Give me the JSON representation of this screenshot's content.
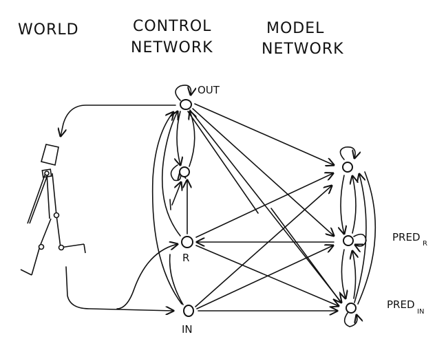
{
  "headings": {
    "world": "WORLD",
    "control_line1": "CONTROL",
    "control_line2": "NETWORK",
    "model_line1": "MODEL",
    "model_line2": "NETWORK"
  },
  "control_nodes": [
    {
      "id": "out",
      "label": "OUT",
      "self_loop": true
    },
    {
      "id": "hidden",
      "label": "",
      "self_loop": true
    },
    {
      "id": "r",
      "label": "R",
      "self_loop": false
    },
    {
      "id": "in",
      "label": "IN",
      "self_loop": false
    }
  ],
  "model_nodes": [
    {
      "id": "m_top",
      "label": "",
      "sub": "",
      "self_loop": true
    },
    {
      "id": "pred_r",
      "label": "PRED",
      "sub": "R",
      "self_loop": true
    },
    {
      "id": "pred_in",
      "label": "PRED",
      "sub": "IN",
      "self_loop": true
    }
  ],
  "edges": [
    {
      "from": "hidden",
      "to": "out"
    },
    {
      "from": "out",
      "to": "hidden"
    },
    {
      "from": "r",
      "to": "out"
    },
    {
      "from": "r",
      "to": "hidden"
    },
    {
      "from": "in",
      "to": "out"
    },
    {
      "from": "in",
      "to": "hidden"
    },
    {
      "from": "out",
      "to": "m_top"
    },
    {
      "from": "out",
      "to": "pred_r"
    },
    {
      "from": "out",
      "to": "pred_in"
    },
    {
      "from": "r",
      "to": "m_top"
    },
    {
      "from": "r",
      "to": "pred_r"
    },
    {
      "from": "r",
      "to": "pred_in"
    },
    {
      "from": "in",
      "to": "m_top"
    },
    {
      "from": "in",
      "to": "pred_r"
    },
    {
      "from": "in",
      "to": "pred_in"
    },
    {
      "from": "pred_r",
      "to": "r",
      "dashed": true
    },
    {
      "from": "pred_in",
      "to": "m_top",
      "dashed": true
    },
    {
      "from": "m_top",
      "to": "pred_r"
    },
    {
      "from": "pred_r",
      "to": "m_top"
    },
    {
      "from": "pred_in",
      "to": "m_top"
    },
    {
      "from": "pred_r",
      "to": "pred_in"
    },
    {
      "from": "pred_in",
      "to": "pred_r"
    },
    {
      "from": "out",
      "to": "world"
    },
    {
      "from": "world",
      "to": "in"
    },
    {
      "from": "world",
      "to": "r"
    }
  ]
}
